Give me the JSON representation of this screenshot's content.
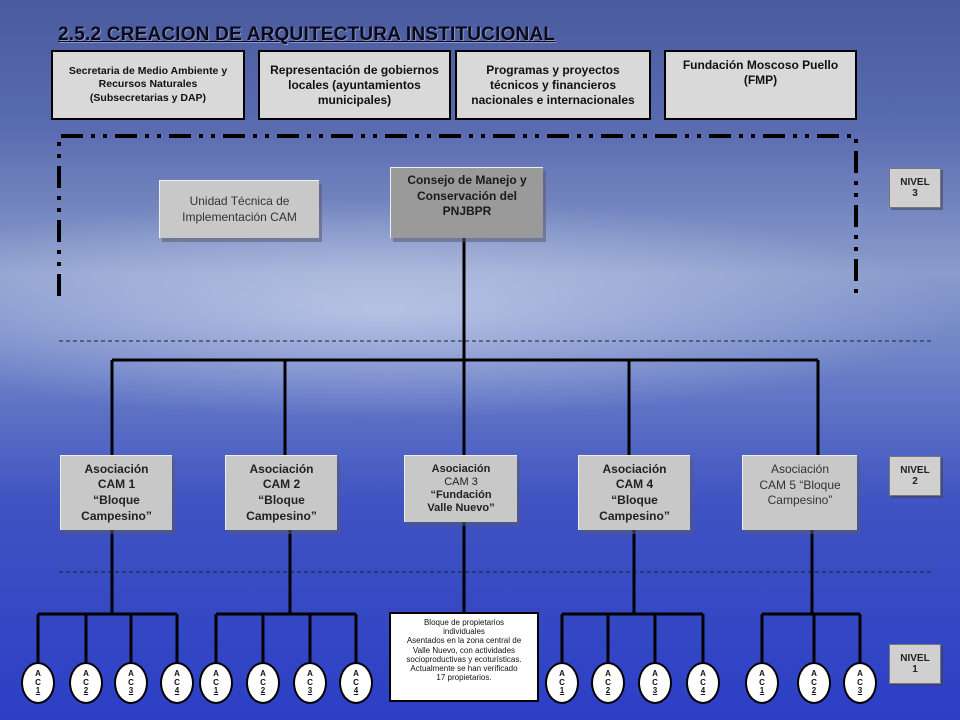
{
  "title": "2.5.2 CREACION DE ARQUITECTURA INSTITUCIONAL",
  "top_boxes": [
    "Secretaria de Medio Ambiente y Recursos Naturales (Subsecretarias y DAP)",
    "Representación de gobiernos locales (ayuntamientos municipales)",
    "Programas y proyectos técnicos y financieros nacionales e internacionales",
    "Fundación Moscoso Puello (FMP)"
  ],
  "unidad_tecnica": "Unidad Técnica de Implementación CAM",
  "consejo": "Consejo de Manejo y Conservación del PNJBPR",
  "niveles": [
    {
      "label": "NIVEL",
      "num": "3"
    },
    {
      "label": "NIVEL",
      "num": "2"
    },
    {
      "label": "NIVEL",
      "num": "1"
    }
  ],
  "asociaciones": [
    {
      "line1": "Asociación",
      "line2": "CAM 1",
      "line3": "“Bloque",
      "line4": "Campesino”"
    },
    {
      "line1": "Asociación",
      "line2": "CAM 2",
      "line3": "“Bloque",
      "line4": "Campesino”"
    },
    {
      "line1": "Asociación",
      "line2": "CAM 3",
      "line3": "“Fundación",
      "line4": "Valle Nuevo”"
    },
    {
      "line1": "Asociación",
      "line2": "CAM 4",
      "line3": "“Bloque",
      "line4": "Campesino”"
    },
    {
      "line1": "Asociación",
      "line2": "CAM 5 “Bloque",
      "line3": "Campesino”",
      "line4": ""
    }
  ],
  "bloque_text": {
    "l1": "Bloque de propietarios",
    "l2": "individuales",
    "l3": "Asentados en la zona central de",
    "l4": "Valle Nuevo, con actividades",
    "l5": "socioproductivas y ecoturísticas.",
    "l6": "Actualmente se han verificado",
    "l7": "17 propietarios."
  },
  "ac_letters": {
    "a": "A",
    "c": "C"
  },
  "ac_groups": [
    [
      "1",
      "2",
      "3",
      "4"
    ],
    [
      "1",
      "2",
      "3",
      "4"
    ],
    [
      "1",
      "2",
      "3",
      "4"
    ],
    [
      "1",
      "2",
      "3"
    ]
  ],
  "colors": {
    "panel": "#c8c8c8",
    "consejo": "#9a9a9a",
    "line": "#000000"
  }
}
